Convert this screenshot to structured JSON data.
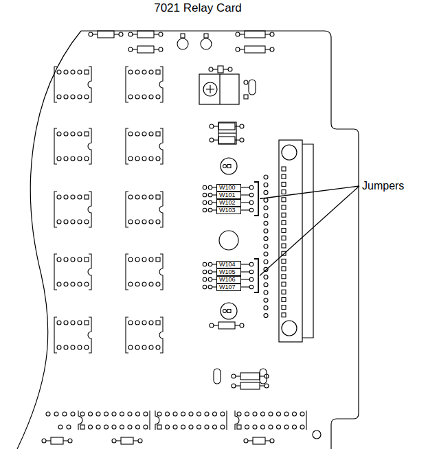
{
  "diagram": {
    "title": "7021 Relay Card",
    "nodes": [
      {
        "text": [
          "W100"
        ]
      },
      {
        "text": [
          "W101"
        ]
      },
      {
        "text": [
          "W102"
        ]
      },
      {
        "text": [
          "W103"
        ]
      },
      {
        "text": [
          "W104"
        ]
      },
      {
        "text": [
          "W105"
        ]
      },
      {
        "text": [
          "W106"
        ]
      },
      {
        "text": [
          "W107"
        ]
      }
    ],
    "labels": [
      "Jumpers"
    ]
  }
}
